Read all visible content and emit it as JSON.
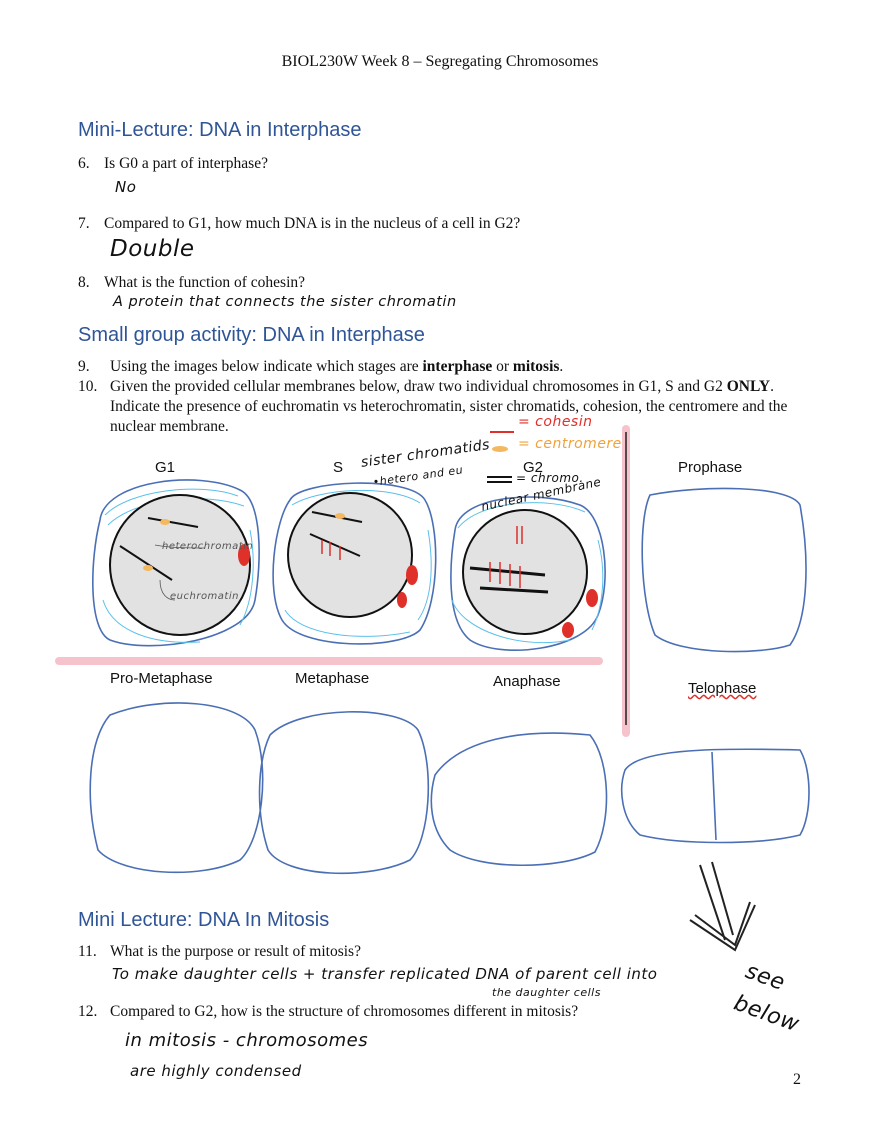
{
  "header": {
    "title": "BIOL230W Week 8 – Segregating Chromosomes"
  },
  "sections": {
    "interphase_lecture": "Mini-Lecture: DNA in Interphase",
    "small_group": "Small group activity: DNA in Interphase",
    "mitosis_lecture": "Mini Lecture: DNA In Mitosis"
  },
  "questions": [
    {
      "num": "6.",
      "text": "Is G0 a part of interphase?",
      "answer": "No"
    },
    {
      "num": "7.",
      "text": "Compared to G1, how much DNA is in the nucleus of a cell in G2?",
      "answer": "Double"
    },
    {
      "num": "8.",
      "text": "What is the function of cohesin?",
      "answer": "A protein that connects the sister chromatin"
    },
    {
      "num": "9.",
      "text_pre": "Using the images below indicate which stages are ",
      "bold1": "interphase",
      "text_mid": " or ",
      "bold2": "mitosis",
      "text_post": "."
    },
    {
      "num": "10.",
      "text_pre": "Given the provided cellular membranes below, draw two individual chromosomes in G1, S and G2 ",
      "bold1": "ONLY",
      "text_post": ". Indicate the presence of euchromatin vs heterochromatin, sister chromatids, cohesion, the centromere and the nuclear membrane."
    },
    {
      "num": "11.",
      "text": "What is the purpose or result of mitosis?",
      "answer_line1": "To make daughter cells + transfer replicated DNA of parent cell into",
      "answer_line2": "the daughter cells"
    },
    {
      "num": "12.",
      "text": "Compared to G2, how is the structure of chromosomes different in mitosis?",
      "answer_line1": "in mitosis - chromosomes",
      "answer_line2": "are highly condensed"
    }
  ],
  "stages": [
    "G1",
    "S",
    "G2",
    "Prophase",
    "Pro-Metaphase",
    "Metaphase",
    "Anaphase",
    "Telophase"
  ],
  "annotations": {
    "cohesin_legend": "= cohesin",
    "centromere_legend": "= centromere",
    "chromo_legend": "= chromo.",
    "sister_chromatids": "sister chromatids",
    "hetero_eu": "•hetero and eu",
    "nuclear_membrane": "nuclear membrane",
    "heterochromatin": "heterochromatin",
    "euchromatin": "euchromatin",
    "see_below": "see below"
  },
  "colors": {
    "heading": "#2f5597",
    "cell_outline": "#4a6fb5",
    "membrane_blue": "#5bc0eb",
    "red": "#e0302a",
    "pink_line": "#f4b6c2"
  },
  "page_number": "2"
}
